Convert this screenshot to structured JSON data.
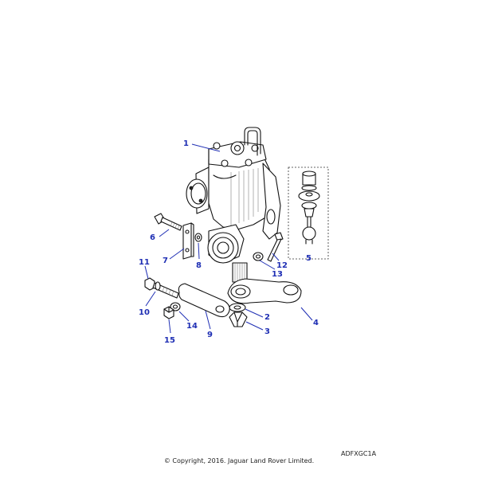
{
  "callouts": [
    {
      "id": "1",
      "label": "1",
      "part": "steering-box"
    },
    {
      "id": "2",
      "label": "2",
      "part": "washer"
    },
    {
      "id": "3",
      "label": "3",
      "part": "nut"
    },
    {
      "id": "4",
      "label": "4",
      "part": "drop-arm"
    },
    {
      "id": "5",
      "label": "5",
      "part": "ball-joint-kit"
    },
    {
      "id": "6",
      "label": "6",
      "part": "bolt"
    },
    {
      "id": "7",
      "label": "7",
      "part": "plate"
    },
    {
      "id": "8",
      "label": "8",
      "part": "washer"
    },
    {
      "id": "9",
      "label": "9",
      "part": "link-arm"
    },
    {
      "id": "10",
      "label": "10",
      "part": "bolt"
    },
    {
      "id": "11",
      "label": "11",
      "part": "nut"
    },
    {
      "id": "12",
      "label": "12",
      "part": "bolt"
    },
    {
      "id": "13",
      "label": "13",
      "part": "washer"
    },
    {
      "id": "14",
      "label": "14",
      "part": "washer"
    },
    {
      "id": "15",
      "label": "15",
      "part": "nut"
    }
  ],
  "drawing_code": "ADFXGC1A",
  "copyright": "© Copyright, 2016. Jaguar Land Rover Limited.",
  "colors": {
    "callout": "#1f2fb4",
    "line": "#111111",
    "background": "#ffffff"
  }
}
